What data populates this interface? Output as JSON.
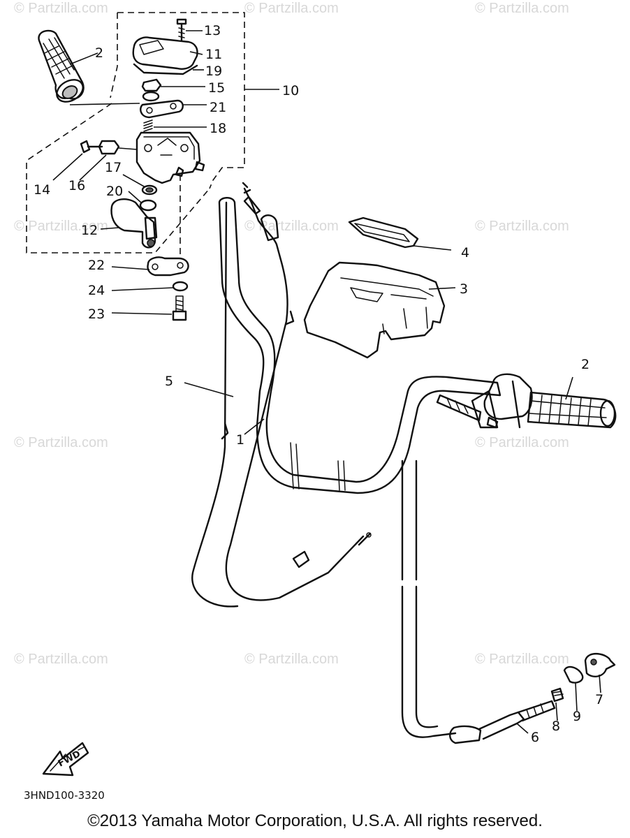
{
  "watermark": "© Partzilla.com",
  "callouts": [
    {
      "id": "c1",
      "text": "1"
    },
    {
      "id": "c2a",
      "text": "2"
    },
    {
      "id": "c2b",
      "text": "2"
    },
    {
      "id": "c3",
      "text": "3"
    },
    {
      "id": "c4",
      "text": "4"
    },
    {
      "id": "c5",
      "text": "5"
    },
    {
      "id": "c6",
      "text": "6"
    },
    {
      "id": "c7",
      "text": "7"
    },
    {
      "id": "c8",
      "text": "8"
    },
    {
      "id": "c9",
      "text": "9"
    },
    {
      "id": "c10",
      "text": "10"
    },
    {
      "id": "c11",
      "text": "11"
    },
    {
      "id": "c12",
      "text": "12"
    },
    {
      "id": "c13",
      "text": "13"
    },
    {
      "id": "c14",
      "text": "14"
    },
    {
      "id": "c15",
      "text": "15"
    },
    {
      "id": "c16",
      "text": "16"
    },
    {
      "id": "c17",
      "text": "17"
    },
    {
      "id": "c18",
      "text": "18"
    },
    {
      "id": "c19",
      "text": "19"
    },
    {
      "id": "c20",
      "text": "20"
    },
    {
      "id": "c21",
      "text": "21"
    },
    {
      "id": "c22",
      "text": "22"
    },
    {
      "id": "c23",
      "text": "23"
    },
    {
      "id": "c24",
      "text": "24"
    }
  ],
  "fwd_label": "FWD",
  "ref_code": "3HND100-3320",
  "copyright": "©2013  Yamaha Motor Corporation, U.S.A. All rights reserved."
}
